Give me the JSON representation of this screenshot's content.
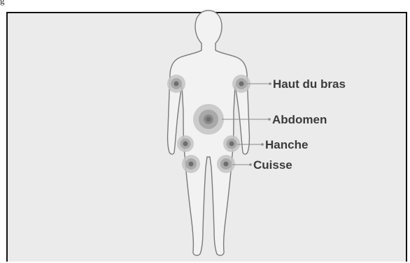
{
  "diagram": {
    "labels": {
      "upper_arm": "Haut du bras",
      "abdomen": "Abdomen",
      "hip": "Hanche",
      "thigh": "Cuisse"
    },
    "colors": {
      "background": "#ebebeb",
      "body_fill": "#f2f2f2",
      "body_outline": "#7a7a7a",
      "marker_outer": "#c4c4c4",
      "marker_mid": "#a9a9a9",
      "marker_core": "#6e6e6e",
      "label_text": "#3b3b3b",
      "leader_line": "#8a8a8a"
    }
  }
}
